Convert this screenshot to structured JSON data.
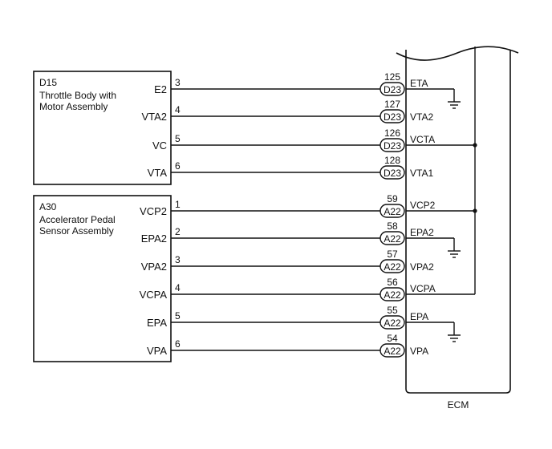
{
  "components": [
    {
      "id": "D15",
      "name_lines": [
        "Throttle Body with",
        "Motor Assembly"
      ],
      "pins": [
        {
          "num": "3",
          "label": "E2",
          "conn": "D23",
          "ecm_pin": "125",
          "ecm_label": "ETA",
          "ground": true,
          "vbus": false
        },
        {
          "num": "4",
          "label": "VTA2",
          "conn": "D23",
          "ecm_pin": "127",
          "ecm_label": "VTA2",
          "ground": false,
          "vbus": false
        },
        {
          "num": "5",
          "label": "VC",
          "conn": "D23",
          "ecm_pin": "126",
          "ecm_label": "VCTA",
          "ground": false,
          "vbus": true
        },
        {
          "num": "6",
          "label": "VTA",
          "conn": "D23",
          "ecm_pin": "128",
          "ecm_label": "VTA1",
          "ground": false,
          "vbus": false
        }
      ]
    },
    {
      "id": "A30",
      "name_lines": [
        "Accelerator Pedal",
        "Sensor Assembly"
      ],
      "pins": [
        {
          "num": "1",
          "label": "VCP2",
          "conn": "A22",
          "ecm_pin": "59",
          "ecm_label": "VCP2",
          "ground": false,
          "vbus": true
        },
        {
          "num": "2",
          "label": "EPA2",
          "conn": "A22",
          "ecm_pin": "58",
          "ecm_label": "EPA2",
          "ground": true,
          "vbus": false
        },
        {
          "num": "3",
          "label": "VPA2",
          "conn": "A22",
          "ecm_pin": "57",
          "ecm_label": "VPA2",
          "ground": false,
          "vbus": false
        },
        {
          "num": "4",
          "label": "VCPA",
          "conn": "A22",
          "ecm_pin": "56",
          "ecm_label": "VCPA",
          "ground": false,
          "vbus": true
        },
        {
          "num": "5",
          "label": "EPA",
          "conn": "A22",
          "ecm_pin": "55",
          "ecm_label": "EPA",
          "ground": true,
          "vbus": false
        },
        {
          "num": "6",
          "label": "VPA",
          "conn": "A22",
          "ecm_pin": "54",
          "ecm_label": "VPA",
          "ground": false,
          "vbus": false
        }
      ]
    }
  ],
  "ecm_label": "ECM",
  "colors": {
    "line": "#111111",
    "background": "#ffffff"
  }
}
